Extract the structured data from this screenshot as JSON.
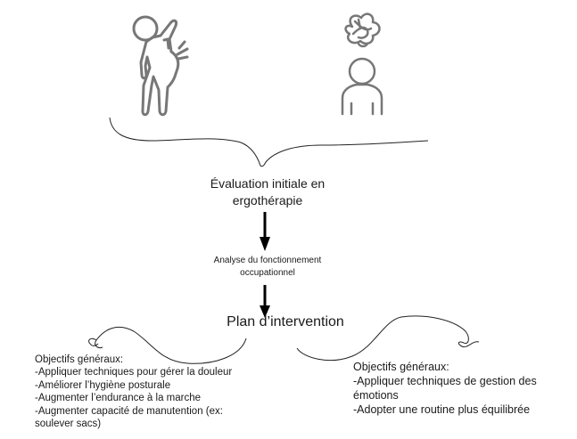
{
  "icons": {
    "left_figure": "back-pain-person-icon",
    "right_figure": "tangled-thoughts-person-icon"
  },
  "evaluation": {
    "line1": "Évaluation initiale en",
    "line2": "ergothérapie"
  },
  "analysis": {
    "line1": "Analyse du fonctionnement",
    "line2": "occupationnel"
  },
  "plan": {
    "title": "Plan d’intervention"
  },
  "left_objectives": {
    "heading": "Objectifs généraux:",
    "items": [
      "-Appliquer techniques pour gérer la douleur",
      "-Améliorer l’hygiène posturale",
      "-Augmenter l’endurance à la marche",
      "-Augmenter capacité de manutention (ex:",
      "soulever sacs)"
    ]
  },
  "right_objectives": {
    "heading": "Objectifs généraux:",
    "items": [
      "-Appliquer techniques de gestion des",
      "émotions",
      "-Adopter une routine plus équilibrée"
    ]
  },
  "colors": {
    "icon_stroke": "#777777",
    "line_stroke": "#222222",
    "arrow": "#000000"
  }
}
